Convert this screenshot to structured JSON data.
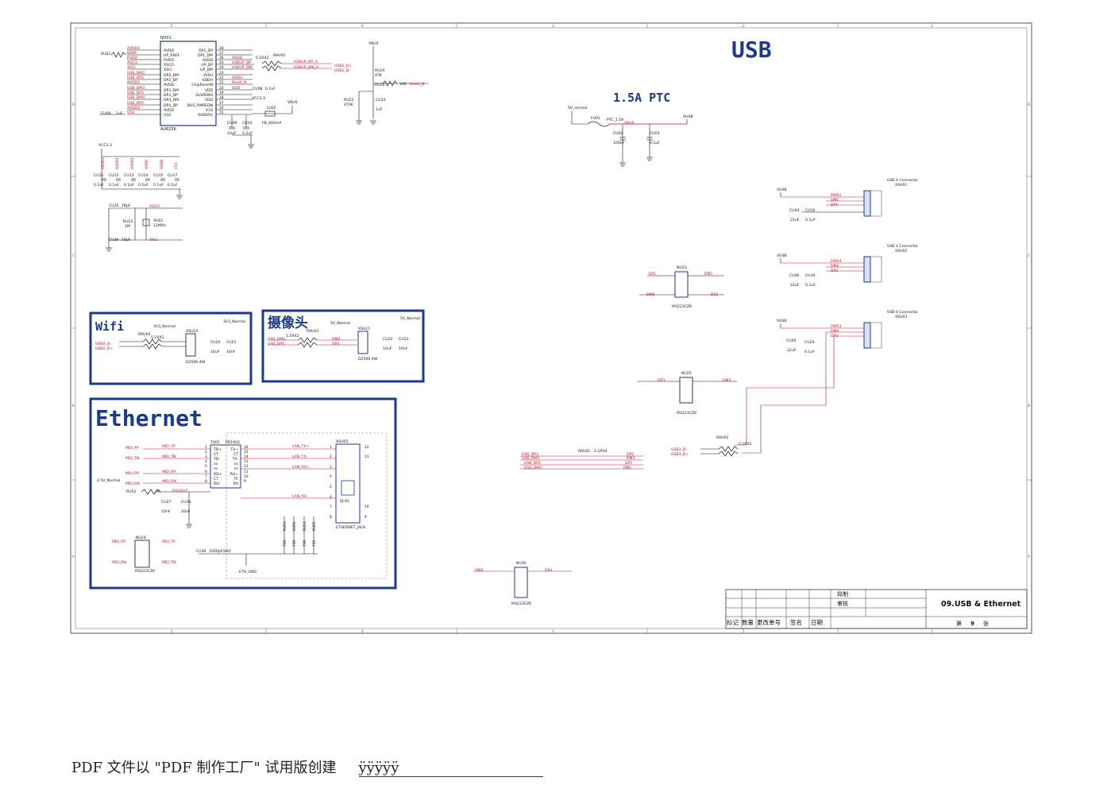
{
  "sections": {
    "usb": "USB",
    "ptc": "1.5A PTC",
    "wifi": "Wifi",
    "camera": "摄像头",
    "ethernet": "Ethernet"
  },
  "hub": {
    "ref": "NU01",
    "part": "AU6256",
    "left_pins": [
      "AVDD",
      "UP_RREF",
      "PVDD",
      "XSCO",
      "XSCI",
      "DP2_DM",
      "DP2_DP",
      "AVDD",
      "DP3_DM",
      "DP3_DP",
      "DP4_DM",
      "DP4_DP",
      "AVDD",
      "V18"
    ],
    "right_pins": [
      "DP1_DP",
      "DP1_DM",
      "AVDD",
      "UP_DP",
      "UP_DM",
      "VSSH",
      "VDDH",
      "ChipResetN",
      "VDD",
      "SUSPEND",
      "VDD",
      "BUS_PWREDN",
      "V33",
      "AVDD5V"
    ],
    "left_nets": [
      "AVDD1",
      "680R",
      "PVDD",
      "XSCO",
      "XSCI",
      "USB_DM2",
      "USB_DP2",
      "AVDD3",
      "USB_DM3",
      "USB_DP3",
      "USB_DM4",
      "USB_DP4",
      "AVDD3",
      "V18"
    ],
    "right_nets": [
      "AVDD",
      "USBUP_DP",
      "USBUP_DM",
      "VDDH",
      "Reset_N",
      "VDD",
      "VCC3.3"
    ],
    "pin_nums_right": [
      "28",
      "27",
      "26",
      "25",
      "24",
      "23",
      "22",
      "21",
      "20",
      "19",
      "18",
      "17",
      "16",
      "15"
    ],
    "rres": "RU01",
    "rau05": "RAU05",
    "rau05_val": "5.1RX2",
    "up_nets": [
      "USBUP_DP_H",
      "USBUP_DM_H"
    ],
    "usb_out": [
      "USB2_D+",
      "USB2_D-"
    ],
    "cu04": "CU04",
    "cu04_val": "1uF",
    "cu09": "CU09",
    "cu10": "CU10",
    "cu09_val": "10uF",
    "cu10_val": "2.2uF",
    "cu08": "CU08",
    "cu08_val": "0.1uF",
    "lu02": "LU02",
    "lu02_val": "FB_600mA",
    "vbus": "VBUS"
  },
  "reset": {
    "vbus": "VBUS",
    "ru19": "RU19",
    "ru19_val": "47K",
    "ru20": "RU20",
    "ru20_val": "10K",
    "reset_net": "Reset_N",
    "ru22": "RU22",
    "ru22_val": "470K",
    "cu33": "CU33",
    "cu33_val": "1uF"
  },
  "decoupling": {
    "vcc": "VCC3.3",
    "caps": [
      "CU11",
      "CU12",
      "CU13",
      "CU14",
      "CU15",
      "CU17"
    ],
    "vals": [
      "0.1uF",
      "0.1uF",
      "0.1uF",
      "0.1uF",
      "0.1uF",
      "0.1uF"
    ],
    "nets": [
      "AVDD1",
      "AVDD3",
      "AVDD3",
      "AVDD",
      "AVDD",
      "V33"
    ],
    "cu35": "CU35",
    "cu35_val": "18pF",
    "cu36": "CU36",
    "cu36_val": "18pF",
    "ru23": "RU23",
    "ru23_val": "1M",
    "xu01": "XU01",
    "xu01_val": "12MHz",
    "xsco": "XSCO",
    "xsci": "XSCI"
  },
  "ptc_circuit": {
    "in_net": "5V_normal",
    "fu01": "FU01",
    "fu01_val": "PTC_1.5A",
    "out_net": "VBUS",
    "vusb": "VUSB",
    "cu02": "CU02",
    "cu02_val": "100uF",
    "cu03": "CU03",
    "cu03_val": "0.1uF"
  },
  "connectors": [
    {
      "title": "USB V Connector",
      "ref": "XSU01",
      "vusb": "VUSB",
      "nets": [
        "PWR1",
        "DM1",
        "DP1"
      ],
      "c1": "CU04",
      "c1v": "22uF",
      "c2": "CU16",
      "c2v": "0.1uF"
    },
    {
      "title": "USB V Connector",
      "ref": "XSU02",
      "vusb": "VUSB",
      "nets": [
        "PWR4",
        "DM2",
        "DP2"
      ],
      "c1": "CU06",
      "c1v": "22uF",
      "c2": "CU19",
      "c2v": "0.1uF"
    },
    {
      "title": "USB V Connector",
      "ref": "XSU03",
      "vusb": "VUSB",
      "nets": [
        "PWR3",
        "DM3",
        "DP3"
      ],
      "c1": "CU05",
      "c1v": "22uF",
      "c2": "CU24",
      "c2v": "0.1uF"
    }
  ],
  "esd": [
    {
      "ref": "NU23",
      "part": "IP4223CZ6",
      "l1": "DP1",
      "l3": "DM2",
      "r6": "DM1",
      "r4": "DP2"
    },
    {
      "ref": "NU25",
      "part": "IP4223CZ6",
      "l1": "DP3",
      "r6": "DM3"
    },
    {
      "ref": "NU30",
      "part": "IP4223CZ6",
      "l1": "DM4",
      "r6": "DP4"
    },
    {
      "ref": "NU29",
      "part": "IP4223CZ6",
      "l1": "MDI_RP",
      "l3": "MDI_RN",
      "r6": "MDI_TP",
      "r4": "MDI_TN"
    }
  ],
  "rau01": {
    "ref": "RAU01",
    "val": "5.1RX4",
    "left": [
      "USB_DP3",
      "USB_DM3",
      "USB_DP2",
      "USB_DM2"
    ],
    "right": [
      "DP2",
      "DM3",
      "DP1",
      "DM1"
    ]
  },
  "rau02": {
    "ref": "RAU02",
    "val": "5.1RX2",
    "left": [
      "USB3_D-",
      "USB3_D+"
    ]
  },
  "wifi": {
    "v": "3V3_Normal",
    "v2": "3V3_Normal",
    "rau": "RAU04",
    "rau_val": "5.1RX2",
    "in": [
      "USB0_D-",
      "USB0_D+"
    ],
    "conn": "XSU10",
    "conn_part": "D2506-4W",
    "c1": "CU20",
    "c1v": "10uF",
    "c2": "CU21",
    "c2v": "10nF"
  },
  "camera": {
    "v": "5V_Normal",
    "v2": "5V_Normal",
    "rau": "RAU03",
    "rau_val": "5.1RX2",
    "in": [
      "USB_DM4",
      "USB_DP4"
    ],
    "out": [
      "DM4",
      "DP4"
    ],
    "conn": "XSU11",
    "conn_part": "D2506-4W",
    "c1": "CU22",
    "c1v": "10uF",
    "c2": "CU23",
    "c2v": "10nF"
  },
  "ethernet": {
    "tu01": "TU01",
    "tu01_part": "PD1602",
    "left_nets": [
      "MDI_TP",
      "MDI_TN",
      "MDI_RP",
      "MDI_RN"
    ],
    "tx_nets": [
      "MDI_TP",
      "MDI_TN",
      "MDI_RP",
      "MDI_RN"
    ],
    "xfm_left": [
      "TD+",
      "CT",
      "TD-",
      "nc",
      "nc",
      "RD+",
      "CT",
      "RD-"
    ],
    "xfm_right": [
      "TX+",
      "CT",
      "TX-",
      "nc",
      "nc",
      "RX+",
      "TC",
      "RX"
    ],
    "xfm_lnum": [
      "1",
      "2",
      "3",
      "4",
      "5",
      "6",
      "7",
      "8"
    ],
    "xfm_rnum": [
      "16",
      "15",
      "14",
      "13",
      "12",
      "11",
      "10",
      "9"
    ],
    "lan": [
      "LAN_TX+",
      "LAN_TX-",
      "LAN_RX+",
      "LAN_RX-"
    ],
    "v": "2.5V_Normal",
    "ru52": "RU52",
    "ru52_val": "0R",
    "rsgout": "RSGOUT",
    "cu27": "CU27",
    "cu27_val": "10nF",
    "cu28": "CU28",
    "cu28_val": "10nF",
    "rs": [
      "RU53",
      "RU56",
      "RU54",
      "RU55"
    ],
    "rs_val": "75R",
    "cu30": "CU30",
    "cu30_val": "1000pF/2KV",
    "eth_gnd": "ETH_GND",
    "jack": "XSU05",
    "jack_part": "ETHERNET_JACK",
    "rj": "RJ-45",
    "jack_pins": [
      "1",
      "2",
      "3",
      "4",
      "5",
      "6",
      "7",
      "8",
      "9",
      "10",
      "11",
      "12"
    ]
  },
  "title_block": {
    "drawn": "拟制",
    "checked": "审核",
    "header": [
      "标记",
      "数量",
      "更改单号",
      "签名",
      "日期"
    ],
    "title": "09.USB & Ethernet",
    "page_prefix": "第",
    "page_num": "9",
    "page_suffix": "张"
  },
  "frame": {
    "top_nums": [
      "5",
      "4",
      "3",
      "2",
      "1"
    ],
    "side_letters": [
      "D",
      "C",
      "B",
      "A"
    ]
  },
  "footer": {
    "text": "PDF 文件以 \"PDF 制作工厂\" 试用版创建",
    "mark": "ÿÿÿÿÿ"
  }
}
